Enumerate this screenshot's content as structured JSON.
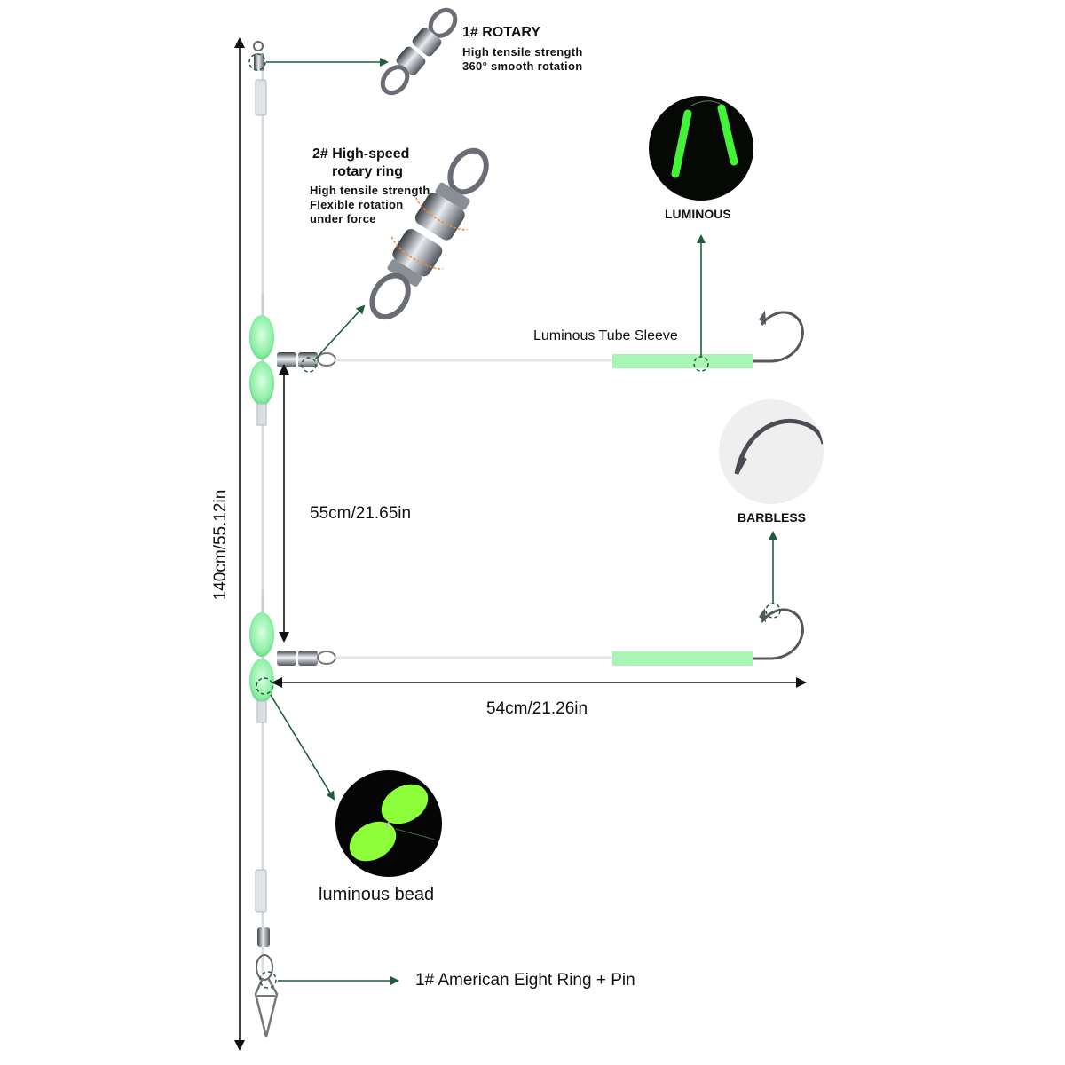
{
  "colors": {
    "arrow_green": "#1f5d3a",
    "glow_green": "#7fff9a",
    "bead_green": "#8ef0a8",
    "tube_green": "#a8f5b6",
    "metal": "#8a8f96"
  },
  "rotary1": {
    "title": "1# ROTARY",
    "line1": "High tensile strength",
    "line2": "360° smooth rotation"
  },
  "rotary2": {
    "title_line1": "2# High-speed",
    "title_line2": "rotary ring",
    "line1": "High tensile strength",
    "line2": "Flexible rotation",
    "line3": "under force"
  },
  "luminous": {
    "label": "LUMINOUS"
  },
  "tube_sleeve": {
    "label": "Luminous Tube Sleeve"
  },
  "barbless": {
    "label": "BARBLESS"
  },
  "dimensions": {
    "total_length": "140cm/55.12in",
    "branch_spacing": "55cm/21.65in",
    "branch_length": "54cm/21.26in"
  },
  "bead": {
    "label": "luminous bead"
  },
  "snap": {
    "label": "1# American Eight Ring + Pin"
  },
  "icons": [
    "swivel-icon",
    "hook-icon",
    "snap-pin-icon",
    "bead-icon"
  ]
}
